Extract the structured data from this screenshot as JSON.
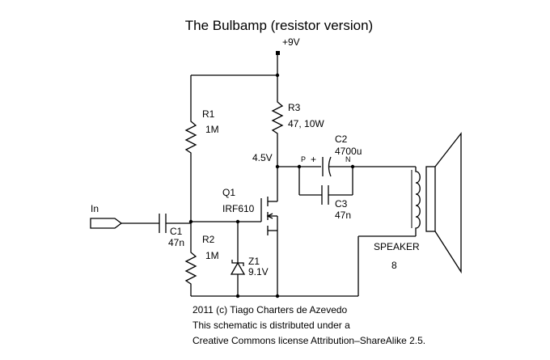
{
  "title": "The Bulbamp (resistor version)",
  "supply": {
    "label": "+9V"
  },
  "input": {
    "label": "In"
  },
  "node_voltage": "4.5V",
  "components": {
    "r1": {
      "ref": "R1",
      "value": "1M"
    },
    "r2": {
      "ref": "R2",
      "value": "1M"
    },
    "r3": {
      "ref": "R3",
      "value": "47, 10W"
    },
    "c1": {
      "ref": "C1",
      "value": "47n"
    },
    "c2": {
      "ref": "C2",
      "value": "4700u",
      "plus": "+",
      "p_mark": "P",
      "n_mark": "N"
    },
    "c3": {
      "ref": "C3",
      "value": "47n"
    },
    "q1": {
      "ref": "Q1",
      "value": "IRF610"
    },
    "z1": {
      "ref": "Z1",
      "value": "9.1V"
    },
    "speaker": {
      "ref": "SPEAKER",
      "value": "8"
    }
  },
  "footer": {
    "line1": "2011 (c) Tiago Charters de Azevedo",
    "line2": "This schematic is distributed under a",
    "line3": "Creative Commons license Attribution–ShareAlike 2.5."
  }
}
